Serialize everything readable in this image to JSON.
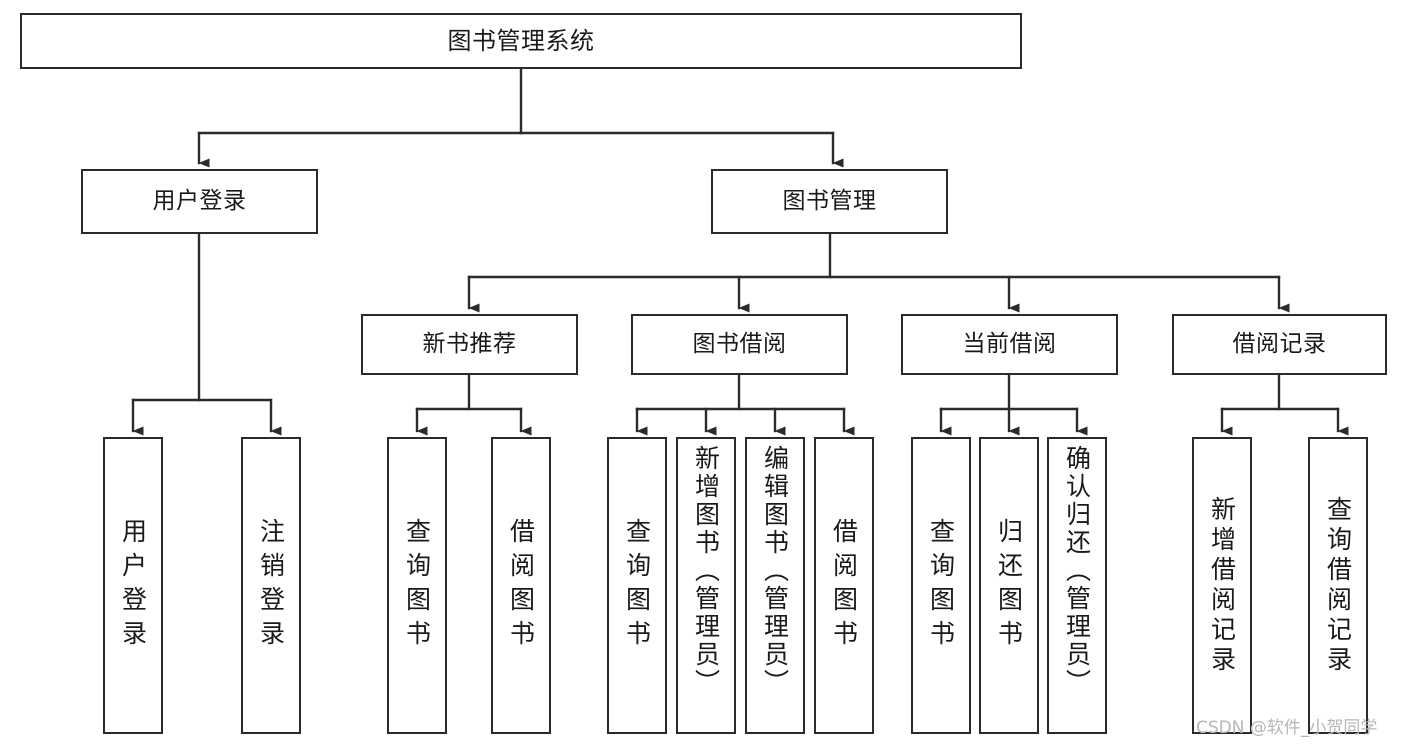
{
  "diagram": {
    "type": "tree-hierarchy-chart",
    "title": "图书管理系统",
    "background_color": "#ffffff",
    "line_color": "#2b2b2b",
    "box_border_color": "#2b2b2b",
    "text_color": "#1a1a1a"
  },
  "nodes": {
    "root": {
      "label": "图书管理系统"
    },
    "level2": [
      {
        "label": "用户登录"
      },
      {
        "label": "图书管理"
      }
    ],
    "level3": [
      {
        "label": "新书推荐"
      },
      {
        "label": "图书借阅"
      },
      {
        "label": "当前借阅"
      },
      {
        "label": "借阅记录"
      }
    ],
    "leaves": {
      "user_login": [
        {
          "label": "用户登录"
        },
        {
          "label": "注销登录"
        }
      ],
      "new_book_recommend": [
        {
          "label": "查询图书"
        },
        {
          "label": "借阅图书"
        }
      ],
      "book_borrow": [
        {
          "label": "查询图书"
        },
        {
          "label": "新增图书（管理员）"
        },
        {
          "label": "编辑图书（管理员）"
        },
        {
          "label": "借阅图书"
        }
      ],
      "current_borrow": [
        {
          "label": "查询图书"
        },
        {
          "label": "归还图书"
        },
        {
          "label": "确认归还（管理员）"
        }
      ],
      "borrow_records": [
        {
          "label": "新增借阅记录"
        },
        {
          "label": "查询借阅记录"
        }
      ]
    }
  },
  "watermark": {
    "text": "CSDN @软件_小贺同学"
  }
}
